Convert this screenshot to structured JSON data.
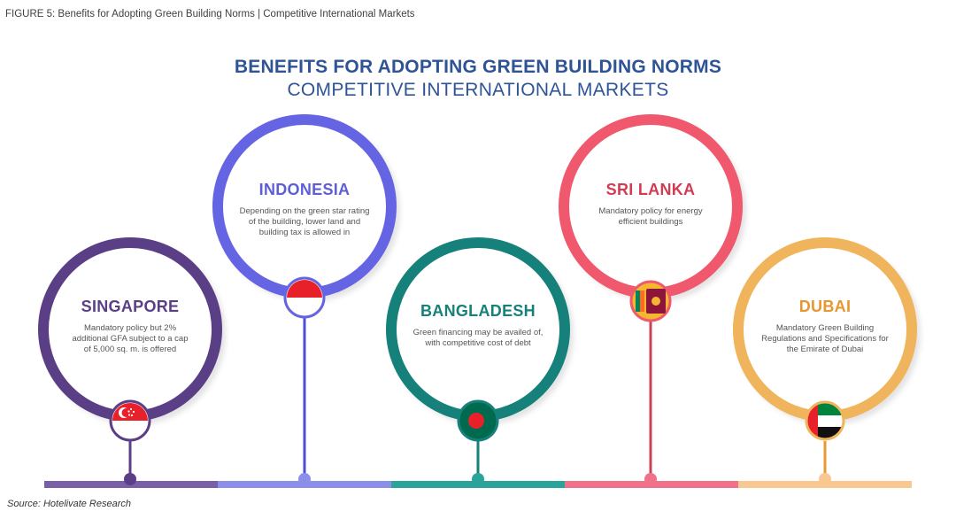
{
  "figure_caption": "FIGURE 5: Benefits for Adopting Green Building Norms | Competitive International Markets",
  "title": "BENEFITS FOR ADOPTING GREEN BUILDING NORMS",
  "subtitle": "COMPETITIVE INTERNATIONAL MARKETS",
  "source": "Source: Hotelivate Research",
  "markets": [
    {
      "country": "SINGAPORE",
      "description": "Mandatory policy but 2% additional GFA subject to a cap of 5,000 sq. m. is offered",
      "color": "#5b3f86",
      "flag_icon": "singapore-flag-icon"
    },
    {
      "country": "INDONESIA",
      "description": "Depending on the green star rating of the building, lower land and building tax is allowed in",
      "color": "#5e5ed6",
      "flag_icon": "indonesia-flag-icon"
    },
    {
      "country": "BANGLADESH",
      "description": "Green financing may be availed of, with competitive cost of debt",
      "color": "#16807a",
      "flag_icon": "bangladesh-flag-icon"
    },
    {
      "country": "SRI LANKA",
      "description": "Mandatory policy for energy efficient buildings",
      "color": "#f0596d",
      "flag_icon": "sri-lanka-flag-icon"
    },
    {
      "country": "DUBAI",
      "description": "Mandatory Green Building Regulations and Specifications for the Emirate of Dubai",
      "color": "#f0b55c",
      "flag_icon": "uae-flag-icon"
    }
  ],
  "timeline_colors": [
    "#7a5ea6",
    "#8b8fea",
    "#2aa39a",
    "#f0728a",
    "#f8c890"
  ]
}
